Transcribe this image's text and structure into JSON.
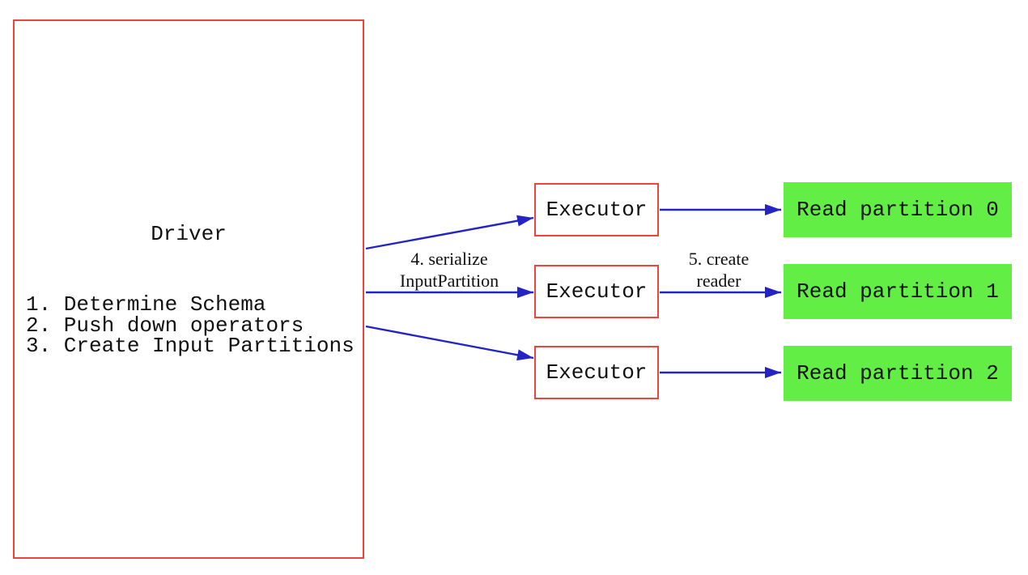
{
  "driver": {
    "title": "Driver",
    "steps": [
      "1. Determine Schema",
      "2. Push down operators",
      "3. Create Input Partitions"
    ]
  },
  "executors": [
    {
      "label": "Executor"
    },
    {
      "label": "Executor"
    },
    {
      "label": "Executor"
    }
  ],
  "read_partitions": [
    {
      "label": "Read partition 0"
    },
    {
      "label": "Read partition 1"
    },
    {
      "label": "Read partition 2"
    }
  ],
  "edge_labels": {
    "serialize_line1": "4. serialize",
    "serialize_line2": "InputPartition",
    "reader_line1": "5. create",
    "reader_line2": "reader"
  },
  "colors": {
    "red": "#ed453b",
    "blue": "#2424c4",
    "green": "#62ee44",
    "text": "#111111",
    "background": "#ffffff"
  }
}
